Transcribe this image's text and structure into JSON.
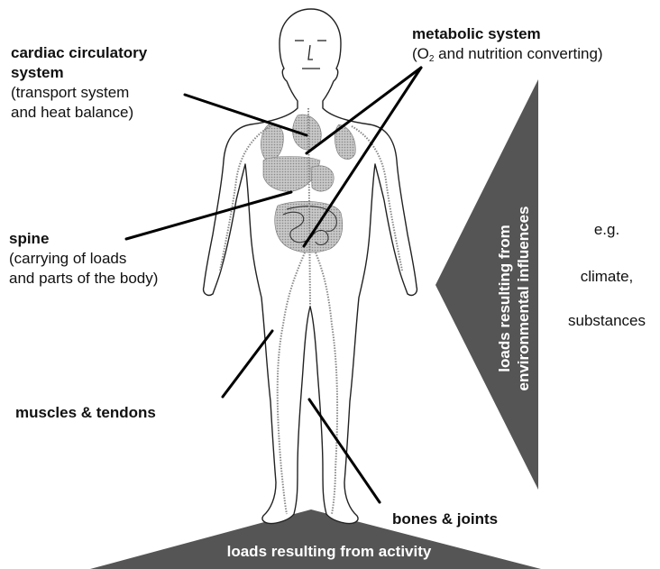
{
  "labels": {
    "cardiac": {
      "title": "cardiac circulatory system",
      "title_line1": "cardiac circulatory",
      "title_line2": "system",
      "desc_line1": "(transport system",
      "desc_line2": "and heat balance)"
    },
    "metabolic": {
      "title": "metabolic system",
      "desc_prefix": "(O",
      "desc_sub": "2",
      "desc_suffix": " and nutrition converting)"
    },
    "spine": {
      "title": "spine",
      "desc_line1": "(carrying of loads",
      "desc_line2": "and parts of the body)"
    },
    "muscles": {
      "title": "muscles & tendons"
    },
    "bones": {
      "title": "bones & joints"
    }
  },
  "environment": {
    "label_line1": "loads resulting from",
    "label_line2": "environmental influences",
    "examples": [
      "e.g.",
      "climate,",
      "substances"
    ]
  },
  "activity": {
    "label": "loads resulting from activity"
  },
  "colors": {
    "arrow_fill": "#555555",
    "organ_fill": "#b3b3b3",
    "body_outline": "#222222",
    "leader_line": "#000000"
  }
}
